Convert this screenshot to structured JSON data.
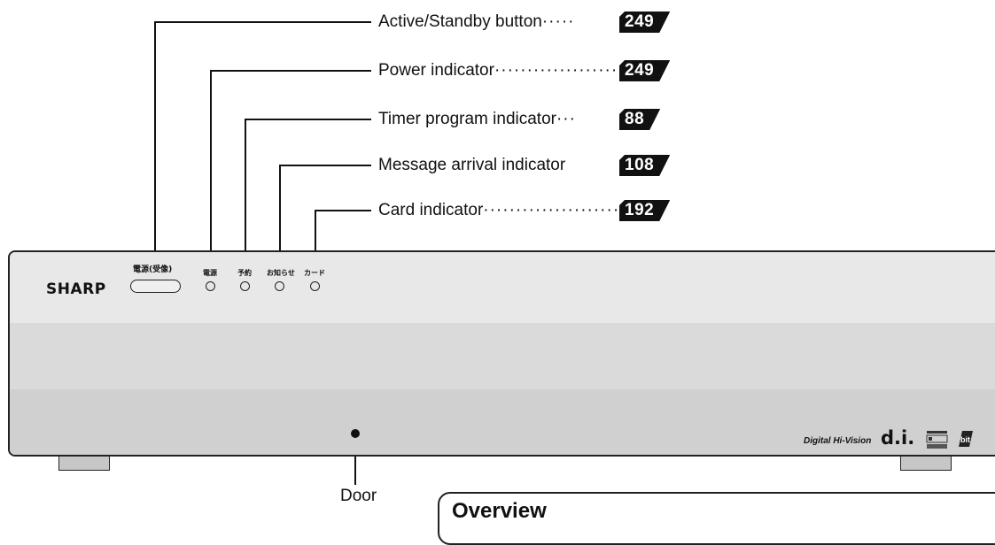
{
  "callouts": [
    {
      "label": "Active/Standby button",
      "dots": "·····",
      "page": "249"
    },
    {
      "label": "Power indicator",
      "dots": "·····················",
      "page": "249"
    },
    {
      "label": "Timer program indicator",
      "dots": "···",
      "page": "88"
    },
    {
      "label": "Message arrival indicator",
      "dots": "",
      "page": "108"
    },
    {
      "label": "Card indicator",
      "dots": "·······················",
      "page": "192"
    }
  ],
  "device": {
    "brand": "SHARP",
    "power_button_label": "電源(受像)",
    "indicator_labels": [
      "電源",
      "予約",
      "お知らせ",
      "カード"
    ],
    "logo_text": "Digital Hi-Vision",
    "logo_mark": "d.i."
  },
  "door_label": "Door",
  "section_heading": "Overview"
}
